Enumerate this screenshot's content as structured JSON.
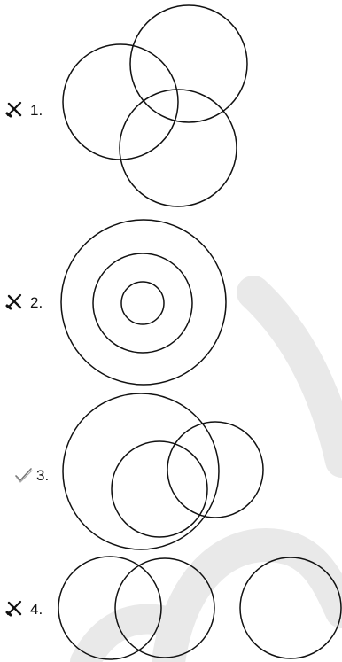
{
  "colors": {
    "stroke": "#111111",
    "watermark": "#e9e9e9",
    "background": "#ffffff"
  },
  "watermark": {
    "icon": "watermark-swoosh",
    "text": ""
  },
  "options": [
    {
      "number": "1.",
      "mark": "cross",
      "mark_icon": "cross-mark-icon"
    },
    {
      "number": "2.",
      "mark": "cross",
      "mark_icon": "cross-mark-icon"
    },
    {
      "number": "3.",
      "mark": "check",
      "mark_icon": "check-mark-icon"
    },
    {
      "number": "4.",
      "mark": "cross",
      "mark_icon": "cross-mark-icon"
    }
  ]
}
